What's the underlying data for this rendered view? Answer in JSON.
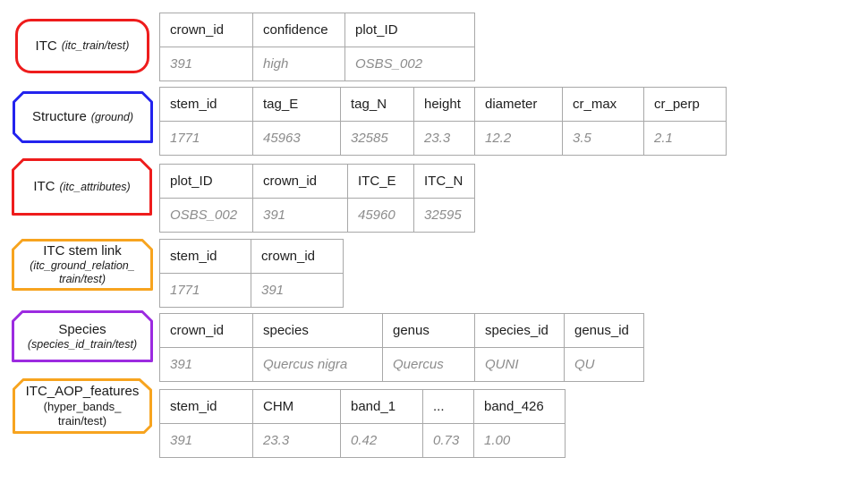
{
  "boxes": [
    {
      "title": "ITC",
      "subtitle": "(itc_train/test)",
      "color": "#ee1c1c"
    },
    {
      "title": "Structure",
      "subtitle": "(ground)",
      "color": "#2323ee"
    },
    {
      "title": "ITC",
      "subtitle": "(itc_attributes)",
      "color": "#ee1c1c"
    },
    {
      "title": "ITC stem link",
      "subtitle": "(itc_ground_relation_",
      "subtitle2": "train/test)",
      "color": "#f7a41f"
    },
    {
      "title": "Species",
      "subtitle": "(species_id_train/test)",
      "color": "#9c2be0"
    },
    {
      "title": "ITC_AOP_features",
      "subtitle": "(hyper_bands_",
      "subtitle2": "train/test)",
      "color": "#f7a41f"
    }
  ],
  "tables": [
    {
      "headers": [
        "crown_id",
        "confidence",
        "plot_ID"
      ],
      "row": [
        "391",
        "high",
        "OSBS_002"
      ]
    },
    {
      "headers": [
        "stem_id",
        "tag_E",
        "tag_N",
        "height",
        "diameter",
        "cr_max",
        "cr_perp"
      ],
      "row": [
        "1771",
        "45963",
        "32585",
        "23.3",
        "12.2",
        "3.5",
        "2.1"
      ]
    },
    {
      "headers": [
        "plot_ID",
        "crown_id",
        "ITC_E",
        "ITC_N"
      ],
      "row": [
        "OSBS_002",
        "391",
        "45960",
        "32595"
      ]
    },
    {
      "headers": [
        "stem_id",
        "crown_id"
      ],
      "row": [
        "1771",
        "391"
      ]
    },
    {
      "headers": [
        "crown_id",
        "species",
        "genus",
        "species_id",
        "genus_id"
      ],
      "row": [
        "391",
        "Quercus nigra",
        "Quercus",
        "QUNI",
        "QU"
      ]
    },
    {
      "headers": [
        "stem_id",
        "CHM",
        "band_1",
        "...",
        "band_426"
      ],
      "row": [
        "391",
        "23.3",
        "0.42",
        "0.73",
        "1.00"
      ]
    }
  ],
  "colors": {
    "table_border": "#a8a8a8",
    "header_text": "#202020",
    "value_text": "#8c8c8c"
  }
}
